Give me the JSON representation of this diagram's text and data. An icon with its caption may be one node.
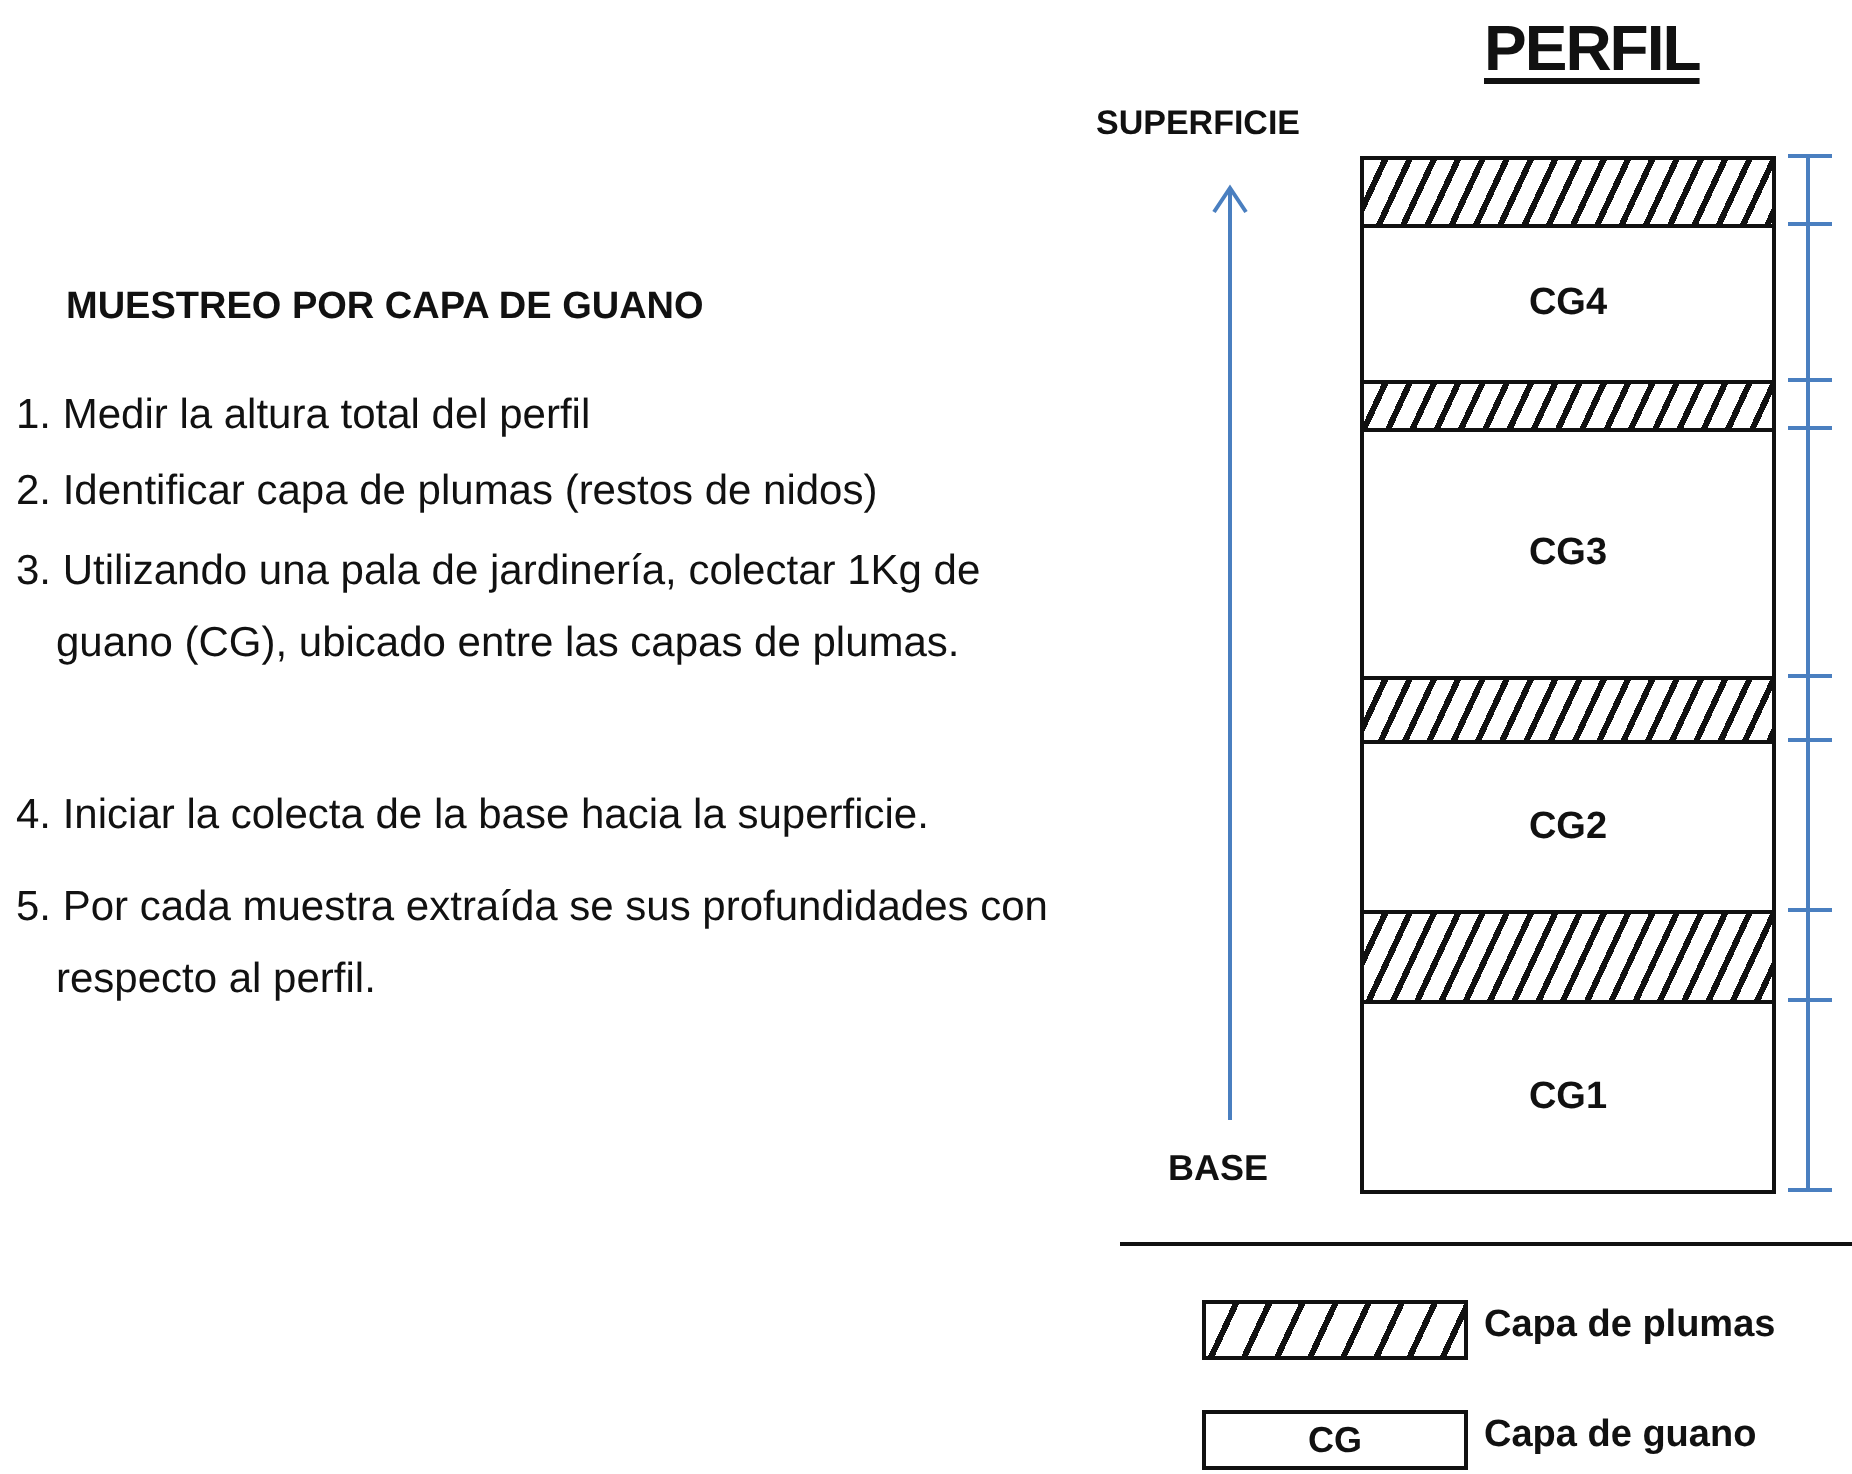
{
  "diagram": {
    "title": "PERFIL",
    "nodes": [
      {
        "text": [],
        "shape": "bar"
      },
      {
        "text": [
          "CG4"
        ]
      },
      {
        "text": [],
        "shape": "bar"
      },
      {
        "text": [
          "CG3"
        ]
      },
      {
        "text": [],
        "shape": "bar"
      },
      {
        "text": [
          "CG2"
        ]
      },
      {
        "text": [],
        "shape": "bar"
      },
      {
        "text": [
          "CG1"
        ]
      }
    ],
    "labels": [
      "MUESTREO POR CAPA DE GUANO",
      "1. Medir la altura total del perfil",
      "2. Identificar capa de plumas (restos de nidos)",
      "3. Utilizando una pala de jardinería, colectar 1Kg de guano (CG), ubicado entre las capas de plumas.",
      "4. Iniciar la colecta de la base hacia la superficie.",
      "5. Por cada muestra extraída se sus profundidades con respecto al perfil.",
      "SUPERFICIE",
      "BASE",
      "CG"
    ],
    "legend": [
      {
        "text": "Capa de plumas"
      },
      {
        "text": "Capa de guano"
      }
    ]
  }
}
